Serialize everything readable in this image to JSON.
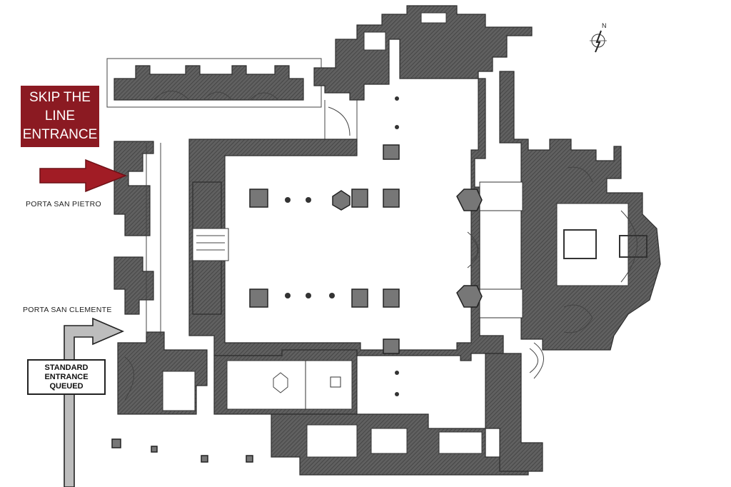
{
  "labels": {
    "skip_the_line": "SKIP THE\nLINE\nENTRANCE",
    "porta_san_pietro": "PORTA SAN PIETRO",
    "porta_san_clemente": "PORTA SAN CLEMENTE",
    "standard_entrance": "STANDARD\nENTRANCE\nQUEUED",
    "compass_north": "N"
  },
  "colors": {
    "skip_box": "#8b1a22",
    "skip_arrow": "#a11c25",
    "standard_arrow": "#bdbdbd",
    "walls": "#5b5b5b"
  },
  "icons": {
    "skip_arrow": "right-arrow-icon",
    "standard_arrow": "bent-arrow-icon",
    "compass": "compass-north-icon"
  }
}
